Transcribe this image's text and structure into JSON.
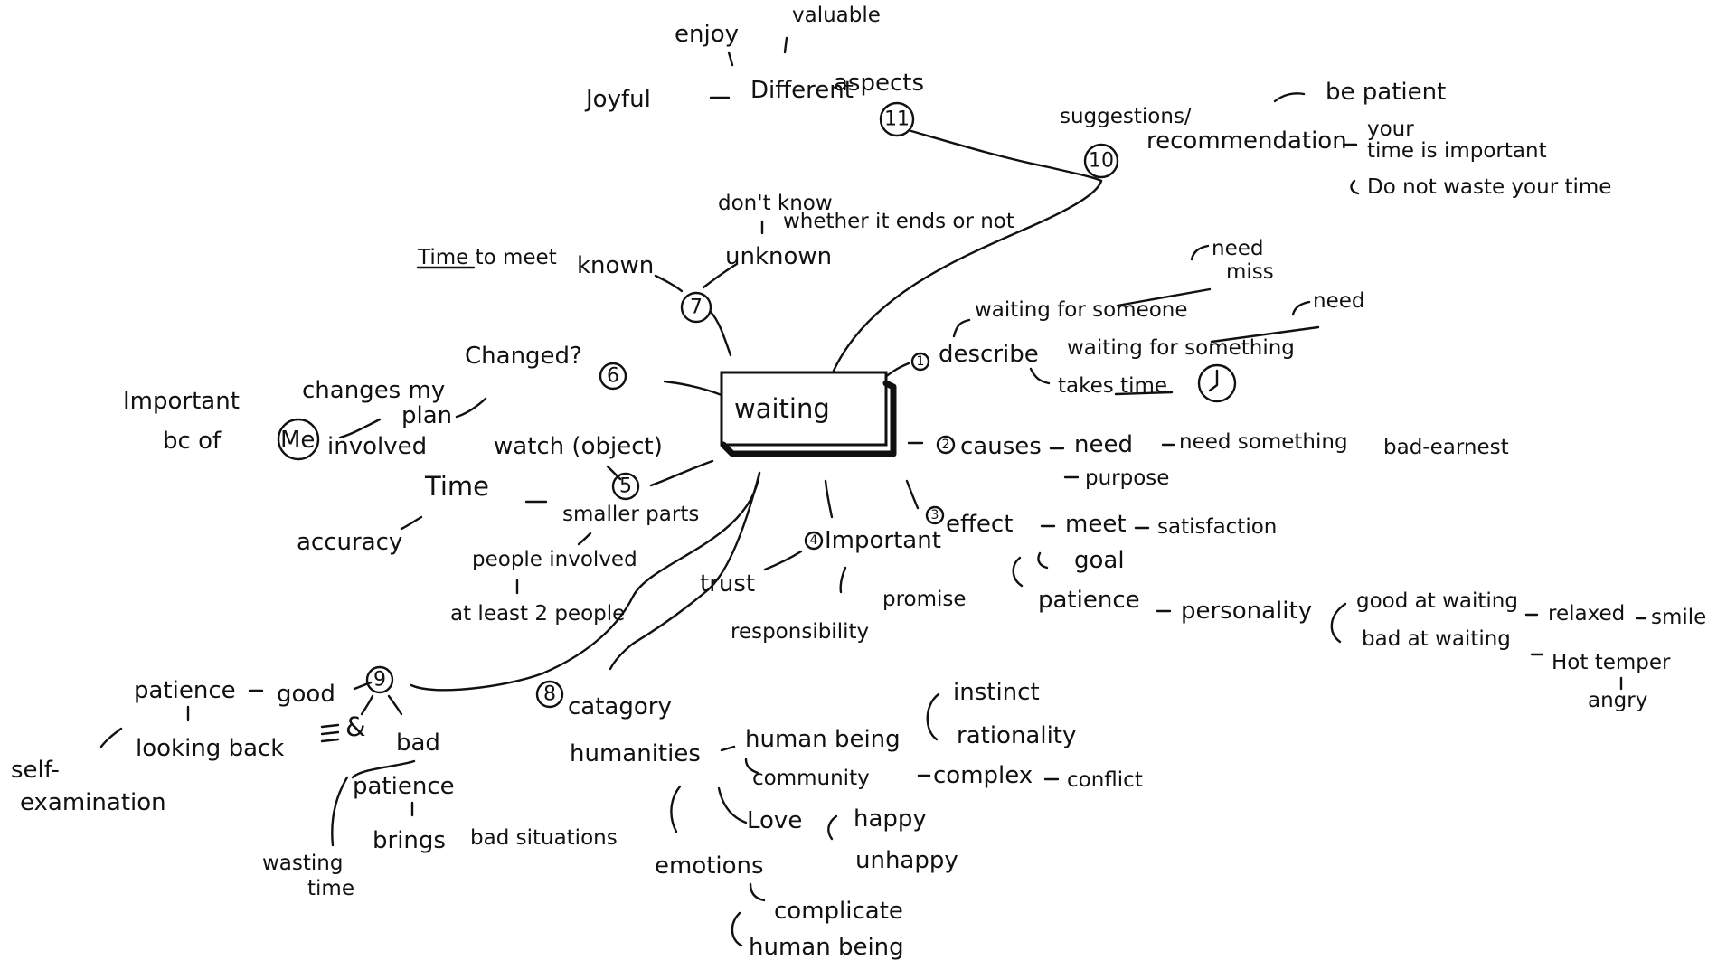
{
  "center": {
    "label": "waiting"
  },
  "branch_1": {
    "number": "1",
    "label": "describe",
    "waiting_someone": "waiting for someone",
    "need_1": "need",
    "miss": "miss",
    "waiting_something": "waiting for something",
    "need_2": "need",
    "takes_time": "takes time"
  },
  "branch_2": {
    "number": "2",
    "label": "causes",
    "need": "need",
    "need_something": "need something",
    "bad_earnest": "bad-earnest",
    "purpose": "purpose"
  },
  "branch_3": {
    "number": "3",
    "label": "effect",
    "meet": "meet",
    "satisfaction": "satisfaction",
    "goal": "goal",
    "patience": "patience",
    "personality": "personality",
    "good_at_waiting": "good at waiting",
    "relaxed": "relaxed",
    "smile": "smile",
    "bad_at_waiting": "bad at waiting",
    "hot_temper": "Hot temper",
    "angry": "angry"
  },
  "branch_4": {
    "number": "4",
    "label": "Important",
    "trust": "trust",
    "responsibility": "responsibility",
    "promise": "promise"
  },
  "branch_5": {
    "number": "5",
    "watch": "watch (object)",
    "time": "Time",
    "accuracy": "accuracy",
    "smaller_parts": "smaller parts",
    "people_involved": "people involved",
    "at_least": "at least 2 people"
  },
  "branch_6": {
    "number": "6",
    "changed": "Changed?",
    "changes_plan_a": "changes my",
    "changes_plan_b": "plan",
    "me": "Me",
    "involved": "involved",
    "important": "Important",
    "bc_of": "bc of"
  },
  "branch_7": {
    "number": "7",
    "time_to_meet": "Time to meet",
    "known": "known",
    "unknown": "unknown",
    "dont_know": "don't know",
    "whether": "whether it ends or not"
  },
  "branch_8": {
    "number": "8",
    "category": "catagory",
    "humanities": "humanities",
    "human_being": "human being",
    "instinct": "instinct",
    "rationality": "rationality",
    "community": "community",
    "complex": "complex",
    "conflict": "conflict",
    "love": "Love",
    "happy": "happy",
    "unhappy": "unhappy",
    "emotions": "emotions",
    "complicate": "complicate",
    "human_being_2": "human being"
  },
  "branch_9": {
    "number": "9",
    "good": "good",
    "patience": "patience",
    "looking_back": "looking back",
    "self": "self-",
    "examination": "examination",
    "amp": "&",
    "bad": "bad",
    "patience_2": "patience",
    "brings": "brings",
    "bad_situations": "bad situations",
    "wasting": "wasting",
    "time": "time"
  },
  "branch_10": {
    "number": "10",
    "suggestions": "suggestions/",
    "recommendation": "recommendation",
    "be_patient": "be patient",
    "your": "your",
    "time_important": "time is important",
    "do_not_waste": "Do not waste your time"
  },
  "branch_11": {
    "number": "11",
    "enjoy": "enjoy",
    "valuable": "valuable",
    "joyful": "Joyful",
    "different": "Different",
    "aspects": "aspects"
  }
}
